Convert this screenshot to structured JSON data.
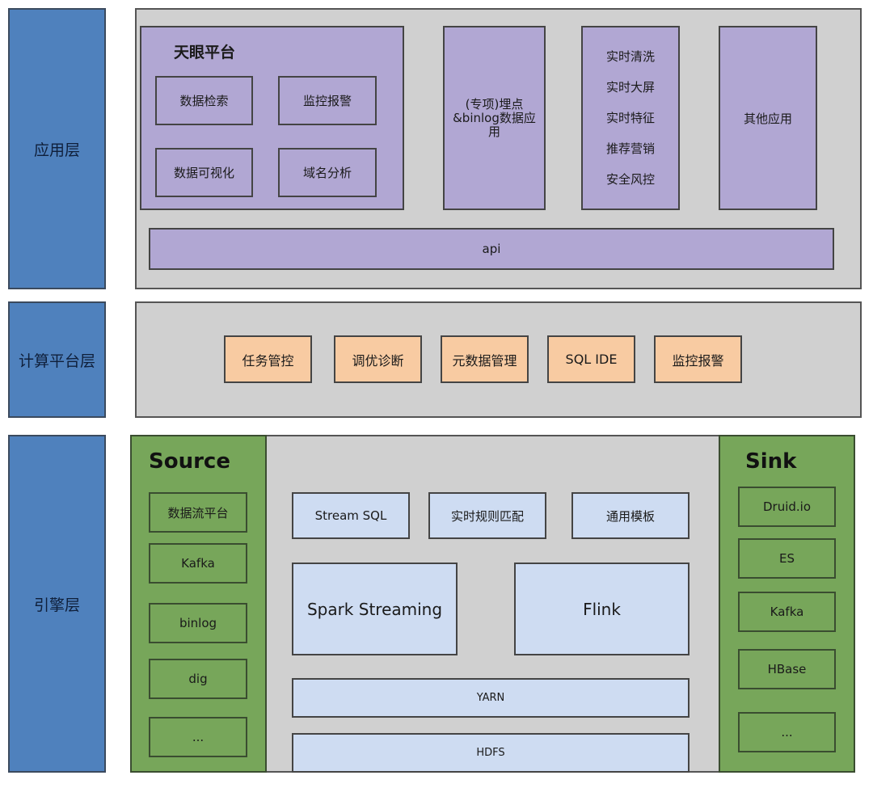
{
  "layers": {
    "application": "应用层",
    "compute": "计算平台层",
    "engine": "引擎层"
  },
  "application": {
    "tianyan": {
      "title": "天眼平台",
      "items": [
        "数据检索",
        "监控报警",
        "数据可视化",
        "域名分析"
      ]
    },
    "tracking_app": "(专项)埋点&binlog数据应用",
    "realtime_list": [
      "实时清洗",
      "实时大屏",
      "实时特征",
      "推荐营销",
      "安全风控"
    ],
    "other_apps": "其他应用",
    "api": "api"
  },
  "compute": {
    "items": [
      "任务管控",
      "调优诊断",
      "元数据管理",
      "SQL IDE",
      "监控报警"
    ]
  },
  "engine": {
    "source": {
      "title": "Source",
      "items": [
        "数据流平台",
        "Kafka",
        "binlog",
        "dig",
        "..."
      ]
    },
    "core": {
      "top": [
        "Stream SQL",
        "实时规则匹配",
        "通用模板"
      ],
      "engines": [
        "Spark Streaming",
        "Flink"
      ],
      "yarn": "YARN",
      "hdfs": "HDFS"
    },
    "sink": {
      "title": "Sink",
      "items": [
        "Druid.io",
        "ES",
        "Kafka",
        "HBase",
        "..."
      ]
    }
  },
  "colors": {
    "layer_blue": "#4f81bd",
    "panel_gray": "#d0d0d0",
    "app_purple": "#b1a7d3",
    "compute_tan": "#f8cba2",
    "engine_green": "#77a65a",
    "core_lightblue": "#cedcf2"
  }
}
